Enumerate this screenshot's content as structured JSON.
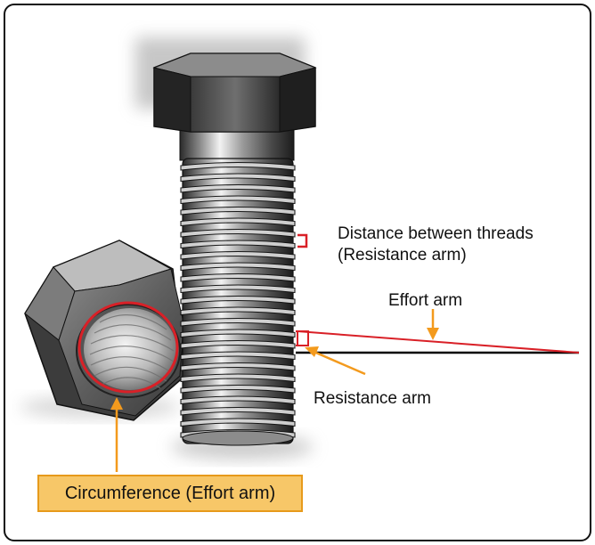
{
  "labels": {
    "thread_distance_line1": "Distance between threads",
    "thread_distance_line2": "(Resistance arm)",
    "effort_arm": "Effort arm",
    "resistance_arm": "Resistance arm",
    "circumference": "Circumference (Effort arm)"
  },
  "colors": {
    "orange": "#f39a1d",
    "red": "#d92027",
    "label_box_fill": "#f7c768"
  }
}
